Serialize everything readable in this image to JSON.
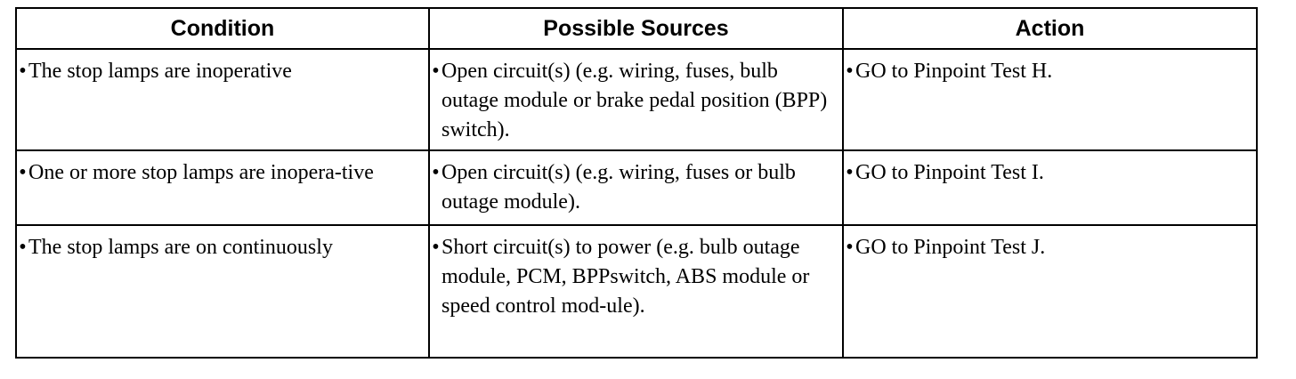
{
  "table": {
    "headers": [
      "Condition",
      "Possible Sources",
      "Action"
    ],
    "rows": [
      {
        "condition": "The stop lamps are inoperative",
        "sources": "Open circuit(s) (e.g. wiring, fuses, bulb outage module or brake pedal position (BPP) switch).",
        "action": "GO to Pinpoint Test H."
      },
      {
        "condition": "One or more stop lamps are inopera-tive",
        "sources": "Open circuit(s) (e.g. wiring, fuses or bulb outage module).",
        "action": "GO to Pinpoint Test I."
      },
      {
        "condition": "The stop lamps are on continuously",
        "sources": "Short circuit(s) to power (e.g. bulb outage module, PCM, BPPswitch, ABS module or speed control mod-ule).",
        "action": "GO to Pinpoint Test J."
      }
    ],
    "bullet": "•"
  }
}
